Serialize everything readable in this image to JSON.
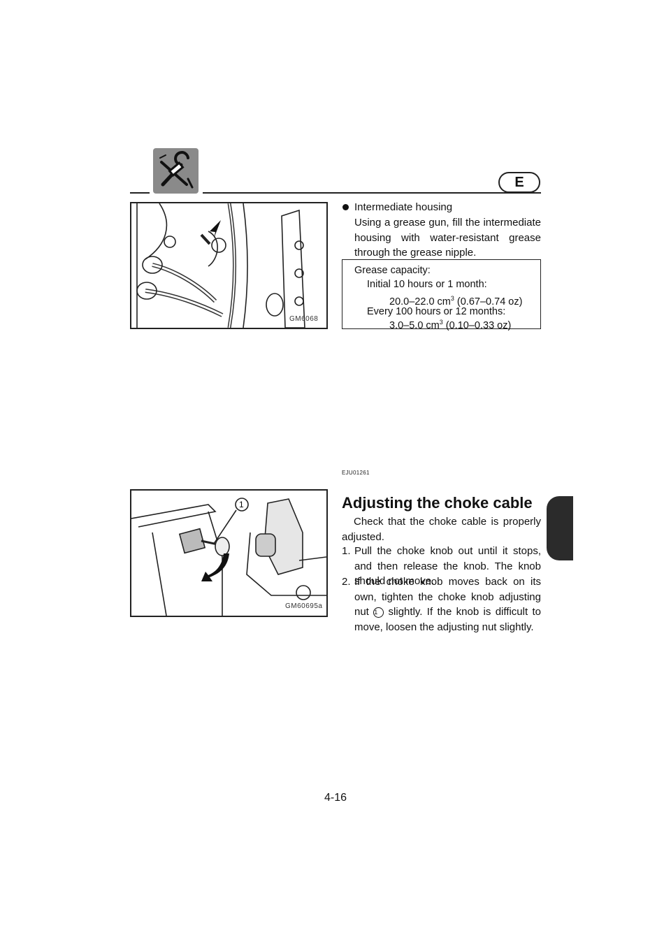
{
  "header": {
    "language_badge": "E",
    "icon": "tools-icon"
  },
  "figure1": {
    "code": "GM6068"
  },
  "intermediate": {
    "bullet_label": "Intermediate housing",
    "text": "Using a grease gun, fill the intermediate housing with water-resistant grease through the grease nipple."
  },
  "spec_box": {
    "title": "Grease capacity:",
    "line1": "Initial 10 hours or 1 month:",
    "line2_value": "20.0–22.0 cm",
    "line2_sup": "3",
    "line2_rest": " (0.67–0.74 oz)",
    "line3": "Every 100 hours or 12 months:",
    "line4_value": "3.0–5.0 cm",
    "line4_sup": "3",
    "line4_rest": " (0.10–0.33 oz)"
  },
  "section": {
    "code": "EJU01261",
    "title": "Adjusting the choke cable",
    "intro": "Check that the choke cable is properly adjusted.",
    "step1_num": "1.",
    "step1_text": "Pull the choke knob out until it stops, and then release the knob. The knob should not move.",
    "step2_num": "2.",
    "step2_text_a": "If the choke knob moves back on its own, tighten the choke knob adjusting nut",
    "step2_callout": "1",
    "step2_text_b": "slightly. If the knob is difficult to move, loosen the adjusting nut slightly."
  },
  "figure2": {
    "code": "GM60695a",
    "callout": "1"
  },
  "footer": {
    "page_number": "4-16"
  }
}
